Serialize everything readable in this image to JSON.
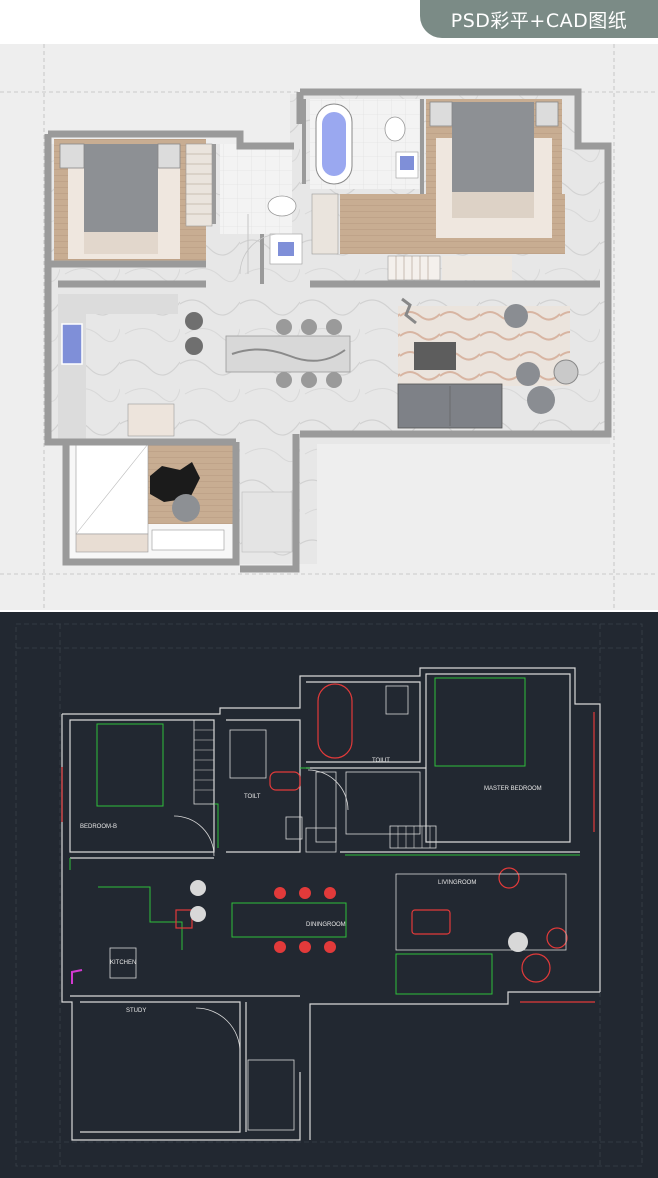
{
  "badge": {
    "label": "PSD彩平+CAD图纸"
  },
  "cad": {
    "rooms": {
      "bedroom_b": "BEDROOM-B",
      "toilet_1": "TOILT",
      "toilet_2": "TOIUT",
      "master_bedroom": "MASTER BEDROOM",
      "living_room": "LIVINGROOM",
      "dining_room": "DININGROOM",
      "kitchen": "KITCHEN",
      "study": "STUDY"
    }
  },
  "colors": {
    "badge_bg": "#7b8b86",
    "plan_bg": "#eeeeee",
    "wall": "#9a9a9a",
    "cad_bg": "#222831",
    "cad_line": "#d8d8d8",
    "cad_red": "#e23a3a",
    "cad_green": "#2fbf3a",
    "cad_magenta": "#d23ad0"
  }
}
